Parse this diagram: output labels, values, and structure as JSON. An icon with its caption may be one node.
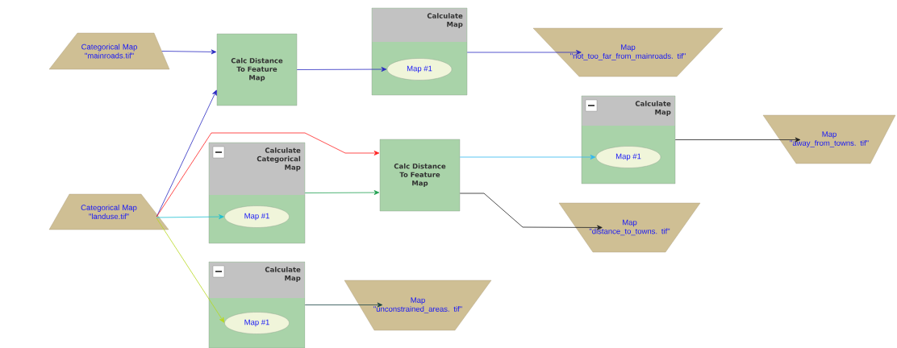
{
  "diagram": {
    "nodes": [
      {
        "text": [
          "Categorical Map",
          "\"mainroads.tif\""
        ]
      },
      {
        "text": [
          "Calc Distance To Feature Map"
        ]
      },
      {
        "text": [
          "Calculate Map"
        ]
      },
      {
        "text": [
          "Map #1"
        ],
        "in": 2
      },
      {
        "text": [
          "Map",
          "\"not_too_far_from_mainroads. tif\""
        ]
      },
      {
        "text": [
          "Calculate Map"
        ]
      },
      {
        "text": [
          "Map #1"
        ],
        "in": 5
      },
      {
        "text": [
          "Map",
          "\"away_from_towns. tif\""
        ]
      },
      {
        "text": [
          "Categorical Map",
          "\"landuse.tif\""
        ]
      },
      {
        "text": [
          "Calculate Categorical Map"
        ]
      },
      {
        "text": [
          "Map #1"
        ],
        "in": 9
      },
      {
        "text": [
          "Calc Distance To Feature Map"
        ]
      },
      {
        "text": [
          "Map",
          "\"distance_to_towns. tif\""
        ]
      },
      {
        "text": [
          "Calculate Map"
        ]
      },
      {
        "text": [
          "Map #1"
        ],
        "in": 13
      },
      {
        "text": [
          "Map",
          "\"unconstrained_areas. tif\""
        ]
      }
    ],
    "edges": [
      {
        "from": 0,
        "to": 1,
        "arrow": "to"
      },
      {
        "from": 1,
        "to": 3,
        "arrow": "to"
      },
      {
        "from": 2,
        "to": 4,
        "arrow": "to"
      },
      {
        "from": 8,
        "to": 1,
        "arrow": "to"
      },
      {
        "from": 8,
        "to": 11,
        "arrow": "to",
        "color": "#ff2020"
      },
      {
        "from": 8,
        "to": 10,
        "arrow": "to",
        "color": "#20c0d0"
      },
      {
        "from": 8,
        "to": 14,
        "arrow": "to",
        "color": "#b8d820"
      },
      {
        "from": 9,
        "to": 11,
        "arrow": "to",
        "color": "#20a050"
      },
      {
        "from": 11,
        "to": 6,
        "arrow": "to",
        "color": "#30b8f0"
      },
      {
        "from": 11,
        "to": 12,
        "arrow": "to",
        "color": "#202020"
      },
      {
        "from": 5,
        "to": 7,
        "arrow": "to",
        "color": "#202020"
      },
      {
        "from": 13,
        "to": 15,
        "arrow": "to",
        "color": "#1a4444"
      }
    ]
  }
}
